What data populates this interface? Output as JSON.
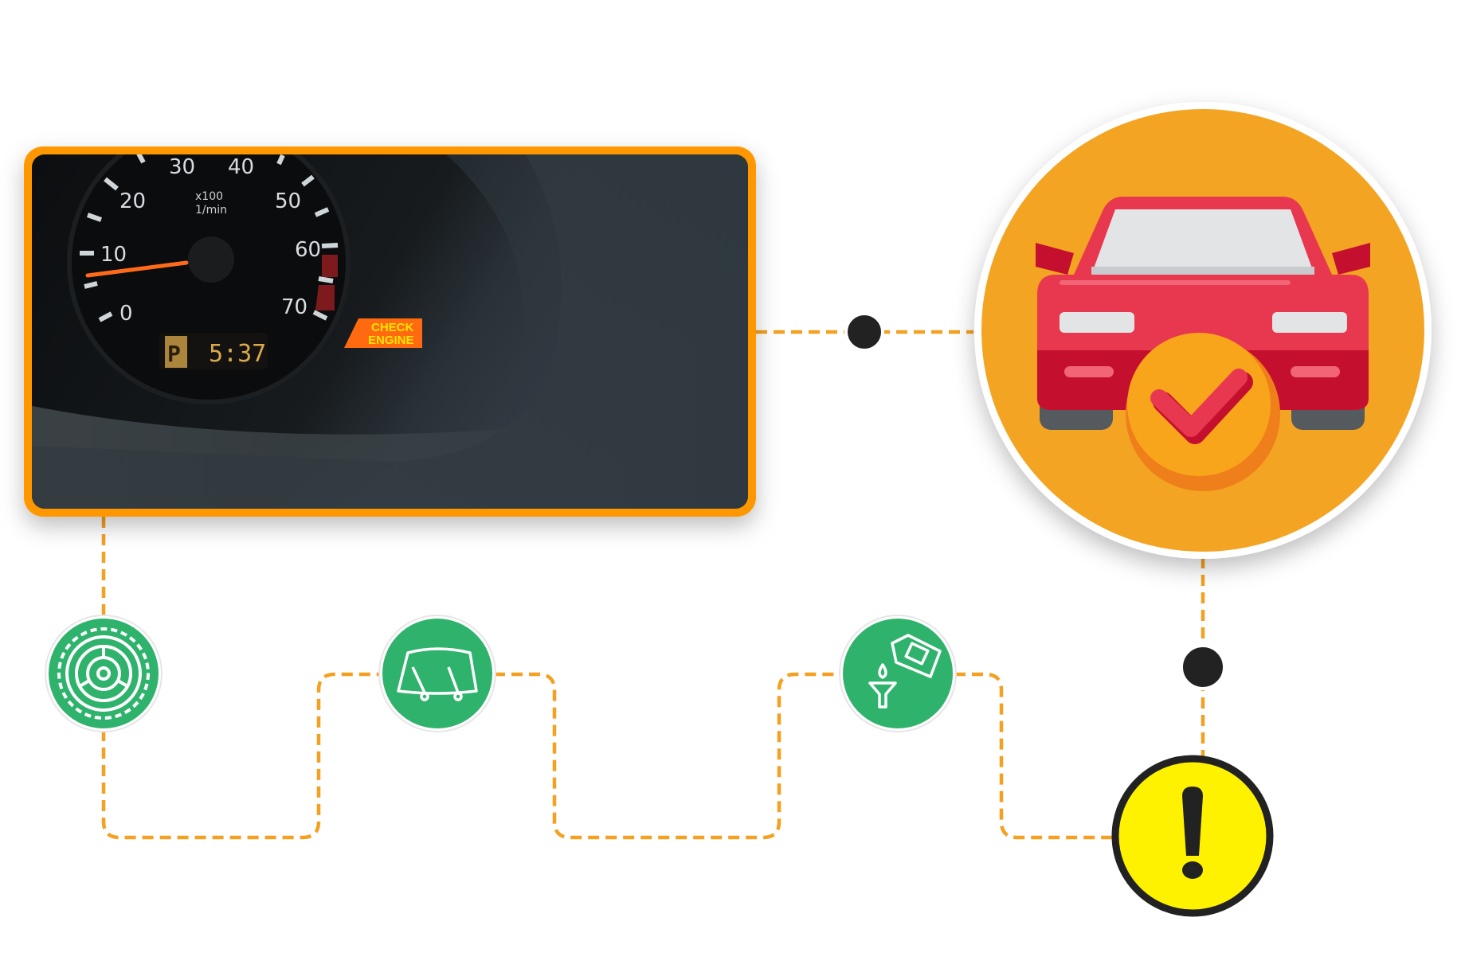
{
  "colors": {
    "connector": "#f4a020",
    "photo_border": "#ff9800",
    "big_circle": "#f4a423",
    "car_body": "#e8384f",
    "check_badge": "#f9a51c",
    "green_icon": "#2fb36c",
    "warning": "#fff200",
    "dot": "#222222"
  },
  "photo": {
    "subject": "dashboard-tachometer",
    "gauge_labels": [
      "0",
      "10",
      "20",
      "30",
      "40",
      "50",
      "60",
      "70"
    ],
    "unit_multiplier": "x100",
    "unit": "1/min",
    "gear": "P",
    "clock": "5:37",
    "warning_light": [
      "CHECK",
      "ENGINE"
    ]
  },
  "nodes": [
    {
      "icon": "car-check-icon"
    },
    {
      "icon": "tire-icon"
    },
    {
      "icon": "windshield-wiper-icon"
    },
    {
      "icon": "oil-funnel-icon"
    },
    {
      "icon": "warning-exclamation-icon"
    }
  ]
}
